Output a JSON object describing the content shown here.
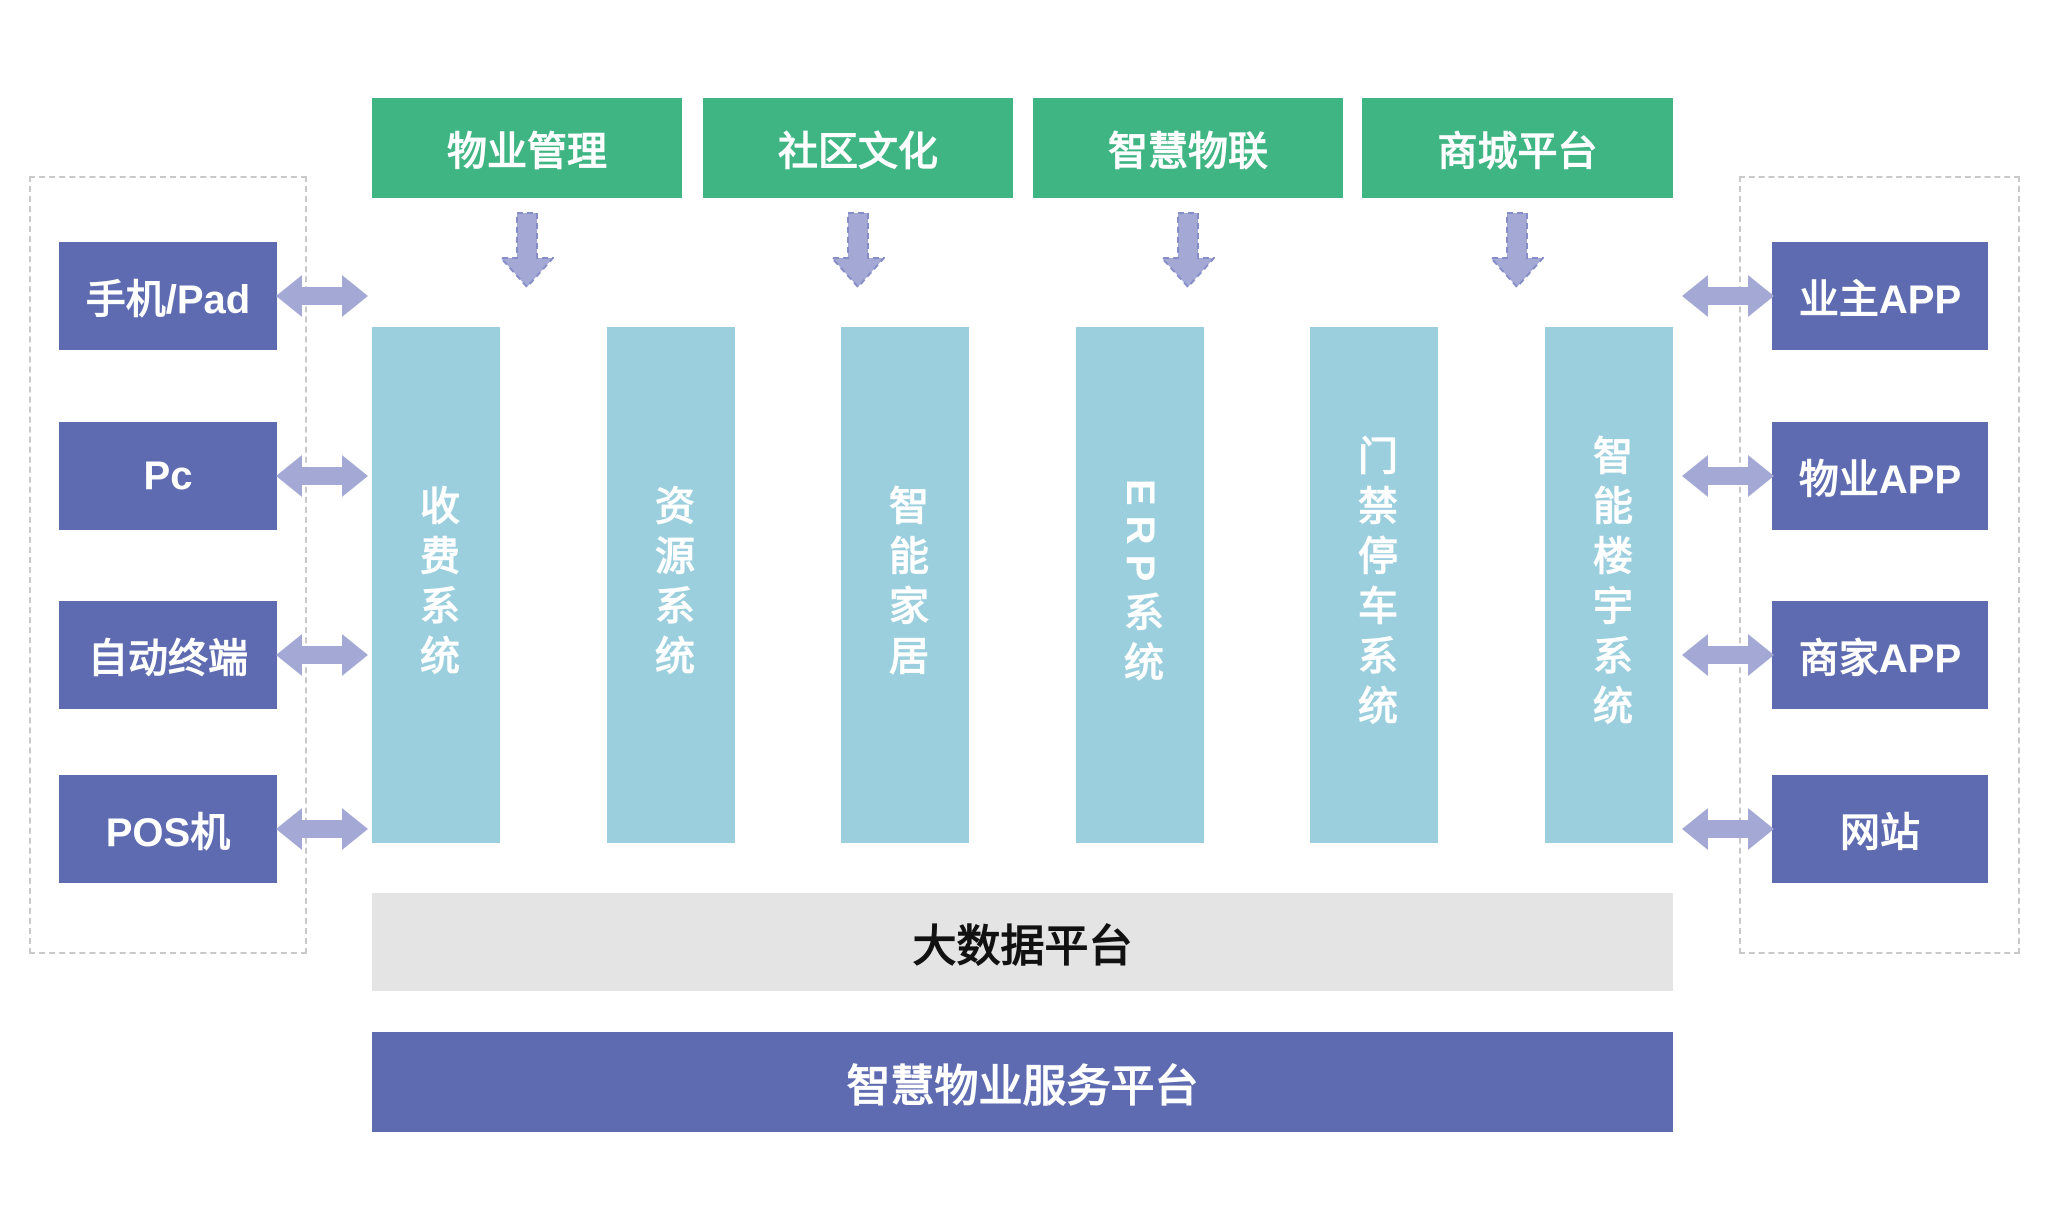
{
  "top_modules": [
    {
      "label": "物业管理"
    },
    {
      "label": "社区文化"
    },
    {
      "label": "智慧物联"
    },
    {
      "label": "商城平台"
    }
  ],
  "systems": [
    {
      "label": "收费系统"
    },
    {
      "label": "资源系统"
    },
    {
      "label": "智能家居"
    },
    {
      "label": "ERP系统"
    },
    {
      "label": "门禁停车系统"
    },
    {
      "label": "智能楼宇系统"
    }
  ],
  "left_devices": [
    {
      "label": "手机/Pad"
    },
    {
      "label": "Pc"
    },
    {
      "label": "自动终端"
    },
    {
      "label": "POS机"
    }
  ],
  "right_channels": [
    {
      "label": "业主APP"
    },
    {
      "label": "物业APP"
    },
    {
      "label": "商家APP"
    },
    {
      "label": "网站"
    }
  ],
  "platforms": {
    "big_data_label": "大数据平台",
    "service_label": "智慧物业服务平台"
  },
  "colors": {
    "module_green": "#3fb583",
    "device_purple": "#5e6bb0",
    "system_teal": "#9bcfdd",
    "arrow_fill": "#a3a8d5",
    "arrow_stroke": "#868dc6",
    "bigdata_gray": "#e4e4e4",
    "service_purple": "#5e6bb0"
  }
}
